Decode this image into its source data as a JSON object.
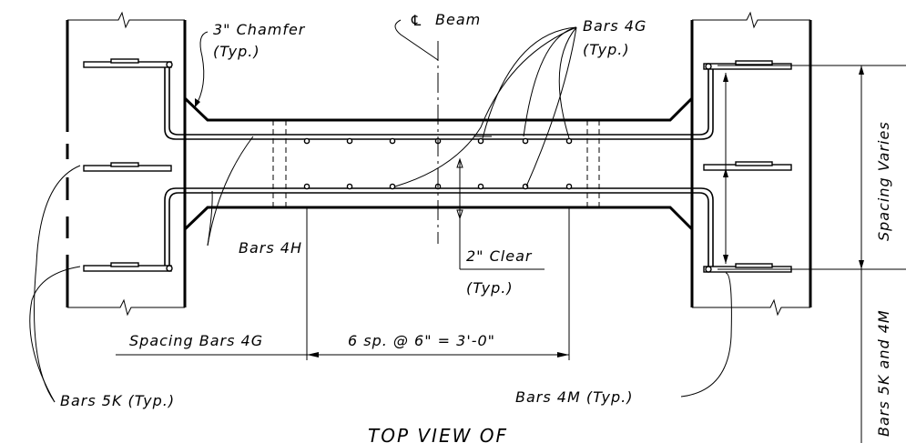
{
  "labels": {
    "chamfer": "3\" Chamfer",
    "chamfer_typ": "(Typ.)",
    "beam_cl": "Beam",
    "bars_4g": "Bars 4G",
    "bars_4g_typ": "(Typ.)",
    "spacing_varies": "Spacing Varies",
    "bars_4h": "Bars 4H",
    "clear": "2\" Clear",
    "clear_typ": "(Typ.)",
    "spacing_bars_4g": "Spacing Bars 4G",
    "spacing_dim": "6 sp. @ 6\" = 3'-0\"",
    "bars_5k": "Bars 5K (Typ.)",
    "bars_4m": "Bars 4M (Typ.)",
    "bars_5k_4m": "Bars 5K and 4M",
    "title": "TOP VIEW OF"
  }
}
